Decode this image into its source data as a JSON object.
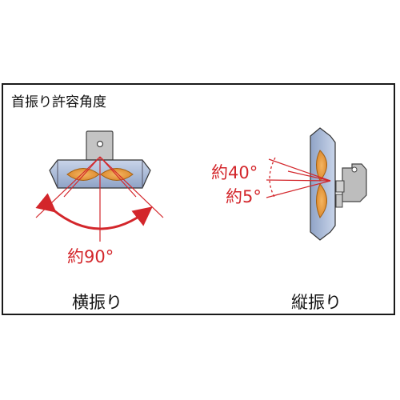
{
  "title": "首振り許容角度",
  "horizontal": {
    "caption": "横振り",
    "angle_label": "約90°"
  },
  "vertical": {
    "caption": "縦振り",
    "angle_up_label": "約40°",
    "angle_down_label": "約5°"
  },
  "colors": {
    "accent_red": "#d3262b",
    "lens_orange": "#e7973b",
    "housing_blue": "#a9b9d6",
    "mount_gray": "#b8b8b8"
  }
}
